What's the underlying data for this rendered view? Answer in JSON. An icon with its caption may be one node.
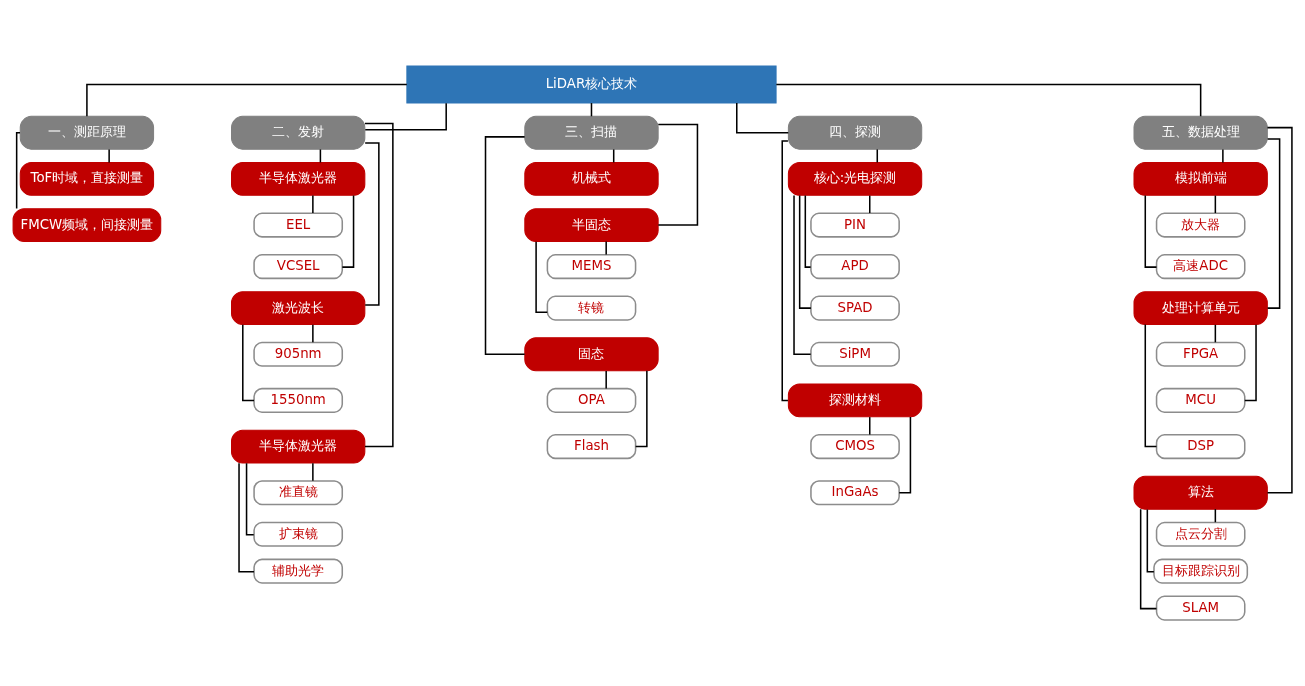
{
  "diagram": {
    "nodes": [
      {
        "text": [
          "LiDAR核心技术"
        ]
      },
      {
        "text": [
          "一、测距原理"
        ]
      },
      {
        "text": [
          "ToF时域，直接测量"
        ]
      },
      {
        "text": [
          "FMCW频域，间接测量"
        ]
      },
      {
        "text": [
          "二、发射"
        ]
      },
      {
        "text": [
          "半导体激光器"
        ]
      },
      {
        "text": [
          "EEL"
        ]
      },
      {
        "text": [
          "VCSEL"
        ]
      },
      {
        "text": [
          "激光波长"
        ]
      },
      {
        "text": [
          "905nm"
        ]
      },
      {
        "text": [
          "1550nm"
        ]
      },
      {
        "text": [
          "半导体激光器"
        ]
      },
      {
        "text": [
          "准直镜"
        ]
      },
      {
        "text": [
          "扩束镜"
        ]
      },
      {
        "text": [
          "辅助光学"
        ]
      },
      {
        "text": [
          "三、扫描"
        ]
      },
      {
        "text": [
          "机械式"
        ]
      },
      {
        "text": [
          "半固态"
        ]
      },
      {
        "text": [
          "MEMS"
        ]
      },
      {
        "text": [
          "转镜"
        ]
      },
      {
        "text": [
          "固态"
        ]
      },
      {
        "text": [
          "OPA"
        ]
      },
      {
        "text": [
          "Flash"
        ]
      },
      {
        "text": [
          "四、探测"
        ]
      },
      {
        "text": [
          "核心:光电探测"
        ]
      },
      {
        "text": [
          "PIN"
        ]
      },
      {
        "text": [
          "APD"
        ]
      },
      {
        "text": [
          "SPAD"
        ]
      },
      {
        "text": [
          "SiPM"
        ]
      },
      {
        "text": [
          "探测材料"
        ]
      },
      {
        "text": [
          "CMOS"
        ]
      },
      {
        "text": [
          "InGaAs"
        ]
      },
      {
        "text": [
          "五、数据处理"
        ]
      },
      {
        "text": [
          "模拟前端"
        ]
      },
      {
        "text": [
          "放大器"
        ]
      },
      {
        "text": [
          "高速ADC"
        ]
      },
      {
        "text": [
          "处理计算单元"
        ]
      },
      {
        "text": [
          "FPGA"
        ]
      },
      {
        "text": [
          "MCU"
        ]
      },
      {
        "text": [
          "DSP"
        ]
      },
      {
        "text": [
          "算法"
        ]
      },
      {
        "text": [
          "点云分割"
        ]
      },
      {
        "text": [
          "目标跟踪识别"
        ]
      },
      {
        "text": [
          "SLAM"
        ]
      }
    ],
    "edges": [
      {
        "from": 0,
        "to": 1,
        "arrow": "none"
      },
      {
        "from": 0,
        "to": 4,
        "arrow": "none"
      },
      {
        "from": 0,
        "to": 15,
        "arrow": "none"
      },
      {
        "from": 0,
        "to": 23,
        "arrow": "none"
      },
      {
        "from": 0,
        "to": 32,
        "arrow": "none"
      },
      {
        "from": 1,
        "to": 2,
        "arrow": "none"
      },
      {
        "from": 1,
        "to": 3,
        "arrow": "none"
      },
      {
        "from": 4,
        "to": 5,
        "arrow": "none"
      },
      {
        "from": 5,
        "to": 6,
        "arrow": "none"
      },
      {
        "from": 5,
        "to": 7,
        "arrow": "none"
      },
      {
        "from": 4,
        "to": 8,
        "arrow": "none"
      },
      {
        "from": 8,
        "to": 9,
        "arrow": "none"
      },
      {
        "from": 8,
        "to": 10,
        "arrow": "none"
      },
      {
        "from": 4,
        "to": 11,
        "arrow": "none"
      },
      {
        "from": 11,
        "to": 12,
        "arrow": "none"
      },
      {
        "from": 11,
        "to": 13,
        "arrow": "none"
      },
      {
        "from": 11,
        "to": 14,
        "arrow": "none"
      },
      {
        "from": 15,
        "to": 16,
        "arrow": "none"
      },
      {
        "from": 15,
        "to": 17,
        "arrow": "none"
      },
      {
        "from": 17,
        "to": 18,
        "arrow": "none"
      },
      {
        "from": 17,
        "to": 19,
        "arrow": "none"
      },
      {
        "from": 15,
        "to": 20,
        "arrow": "none"
      },
      {
        "from": 20,
        "to": 21,
        "arrow": "none"
      },
      {
        "from": 20,
        "to": 22,
        "arrow": "none"
      },
      {
        "from": 23,
        "to": 24,
        "arrow": "none"
      },
      {
        "from": 24,
        "to": 25,
        "arrow": "none"
      },
      {
        "from": 24,
        "to": 26,
        "arrow": "none"
      },
      {
        "from": 24,
        "to": 27,
        "arrow": "none"
      },
      {
        "from": 24,
        "to": 28,
        "arrow": "none"
      },
      {
        "from": 23,
        "to": 29,
        "arrow": "none"
      },
      {
        "from": 29,
        "to": 30,
        "arrow": "none"
      },
      {
        "from": 29,
        "to": 31,
        "arrow": "none"
      },
      {
        "from": 32,
        "to": 33,
        "arrow": "none"
      },
      {
        "from": 33,
        "to": 34,
        "arrow": "none"
      },
      {
        "from": 33,
        "to": 35,
        "arrow": "none"
      },
      {
        "from": 32,
        "to": 36,
        "arrow": "none"
      },
      {
        "from": 36,
        "to": 37,
        "arrow": "none"
      },
      {
        "from": 36,
        "to": 38,
        "arrow": "none"
      },
      {
        "from": 36,
        "to": 39,
        "arrow": "none"
      },
      {
        "from": 32,
        "to": 40,
        "arrow": "none"
      },
      {
        "from": 40,
        "to": 41,
        "arrow": "none"
      },
      {
        "from": 40,
        "to": 42,
        "arrow": "none"
      },
      {
        "from": 40,
        "to": 43,
        "arrow": "none"
      }
    ]
  }
}
